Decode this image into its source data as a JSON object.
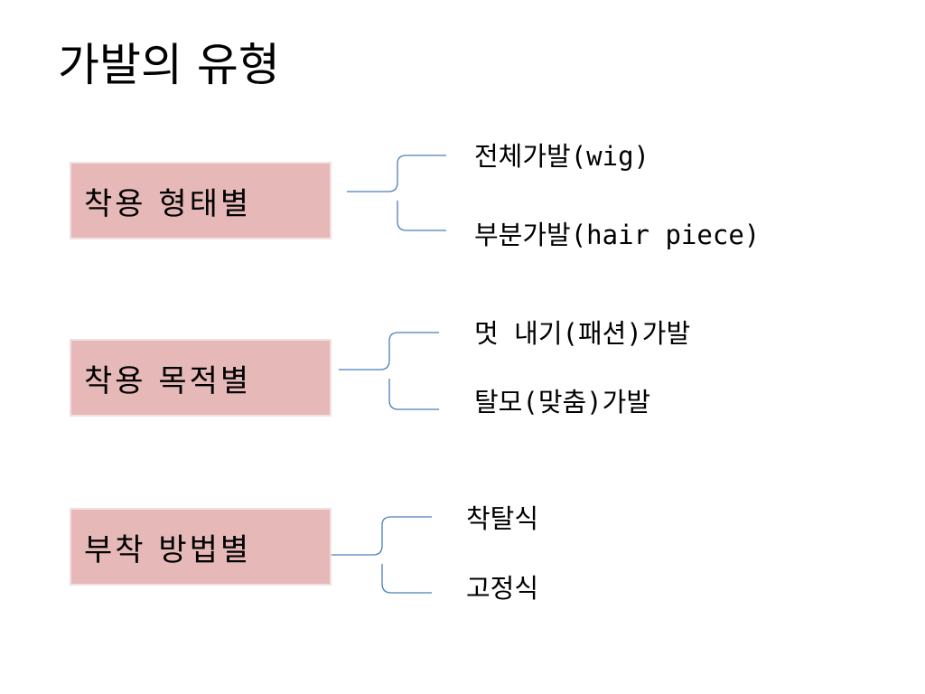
{
  "title": "가발의 유형",
  "style": {
    "box_fill": "#e6b9b8",
    "box_border": "#f2dfdf",
    "bracket_color": "#4a7ebb"
  },
  "groups": [
    {
      "label": "착용 형태별",
      "items": [
        "전체가발(wig)",
        "부분가발(hair piece)"
      ]
    },
    {
      "label": "착용 목적별",
      "items": [
        "멋 내기(패션)가발",
        "탈모(맞춤)가발"
      ]
    },
    {
      "label": "부착 방법별",
      "items": [
        "착탈식",
        "고정식"
      ]
    }
  ]
}
